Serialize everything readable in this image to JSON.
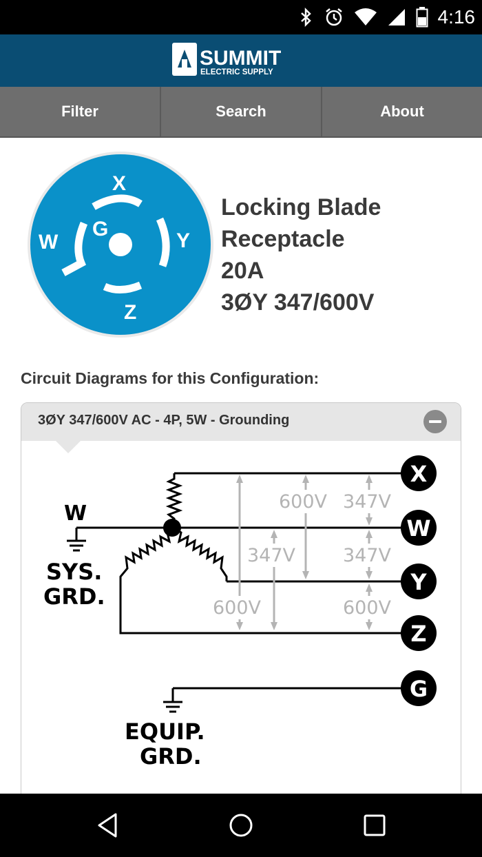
{
  "status_bar": {
    "time": "4:16",
    "icons": [
      "bluetooth-icon",
      "alarm-icon",
      "wifi-icon",
      "signal-icon",
      "battery-icon"
    ]
  },
  "brand": {
    "name": "SUMMIT",
    "tagline": "ELECTRIC SUPPLY",
    "color": "#0a4d73"
  },
  "nav": {
    "tabs": [
      {
        "label": "Filter"
      },
      {
        "label": "Search"
      },
      {
        "label": "About"
      }
    ]
  },
  "receptacle": {
    "color": "#0a91c9",
    "pins": {
      "x": "X",
      "y": "Y",
      "w": "W",
      "z": "Z",
      "g": "G"
    }
  },
  "product": {
    "title_lines": [
      "Locking Blade",
      "Receptacle",
      "20A",
      "3ØY 347/600V"
    ]
  },
  "section": {
    "heading": "Circuit Diagrams for this Configuration:"
  },
  "panel": {
    "title": "3ØY 347/600V AC - 4P, 5W - Grounding"
  },
  "diagram": {
    "terminals": [
      "X",
      "W",
      "Y",
      "Z",
      "G"
    ],
    "neutral_label": "W",
    "system_ground": [
      "SYS.",
      "GRD."
    ],
    "equipment_ground": [
      "EQUIP.",
      "GRD."
    ],
    "voltages": {
      "x_to_y": "600V",
      "x_to_w": "347V",
      "w_to_y_left": "347V",
      "w_to_y_right": "347V",
      "x_to_z": "600V",
      "y_to_z": "600V"
    },
    "voltage_color": "#b4b4b4"
  },
  "system_nav": {
    "icons": [
      "back-icon",
      "home-icon",
      "recents-icon"
    ]
  }
}
